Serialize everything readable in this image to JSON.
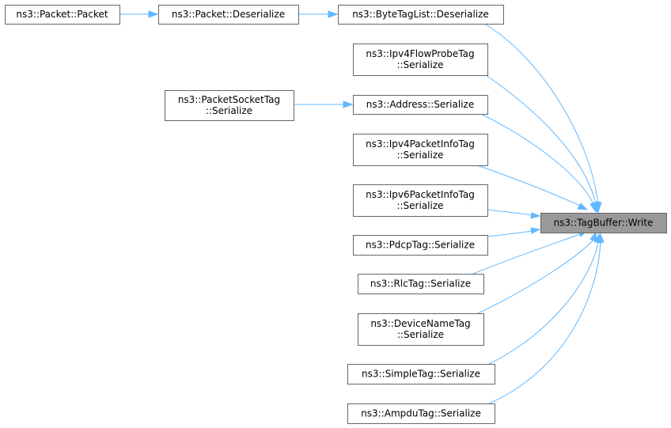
{
  "diagram": {
    "type": "doxygen-caller-graph",
    "edge_color": "#63b8ff",
    "node_border_color": "#666666",
    "root_fill_color": "#999999",
    "nodes": [
      {
        "id": "write",
        "lines": [
          "ns3::TagBuffer::Write"
        ],
        "root": true
      },
      {
        "id": "btl_deser",
        "lines": [
          "ns3::ByteTagList::Deserialize"
        ]
      },
      {
        "id": "pkt_deser",
        "lines": [
          "ns3::Packet::Deserialize"
        ]
      },
      {
        "id": "pkt_pkt",
        "lines": [
          "ns3::Packet::Packet"
        ]
      },
      {
        "id": "ipv4flow",
        "lines": [
          "ns3::Ipv4FlowProbeTag",
          "::Serialize"
        ]
      },
      {
        "id": "addr",
        "lines": [
          "ns3::Address::Serialize"
        ]
      },
      {
        "id": "pst",
        "lines": [
          "ns3::PacketSocketTag",
          "::Serialize"
        ]
      },
      {
        "id": "ipv4pi",
        "lines": [
          "ns3::Ipv4PacketInfoTag",
          "::Serialize"
        ]
      },
      {
        "id": "ipv6pi",
        "lines": [
          "ns3::Ipv6PacketInfoTag",
          "::Serialize"
        ]
      },
      {
        "id": "pdcp",
        "lines": [
          "ns3::PdcpTag::Serialize"
        ]
      },
      {
        "id": "rlc",
        "lines": [
          "ns3::RlcTag::Serialize"
        ]
      },
      {
        "id": "devname",
        "lines": [
          "ns3::DeviceNameTag",
          "::Serialize"
        ]
      },
      {
        "id": "simple",
        "lines": [
          "ns3::SimpleTag::Serialize"
        ]
      },
      {
        "id": "ampdu",
        "lines": [
          "ns3::AmpduTag::Serialize"
        ]
      }
    ],
    "edges": [
      {
        "from": "btl_deser",
        "to": "write"
      },
      {
        "from": "ipv4flow",
        "to": "write"
      },
      {
        "from": "addr",
        "to": "write"
      },
      {
        "from": "ipv4pi",
        "to": "write"
      },
      {
        "from": "ipv6pi",
        "to": "write"
      },
      {
        "from": "pdcp",
        "to": "write"
      },
      {
        "from": "rlc",
        "to": "write"
      },
      {
        "from": "devname",
        "to": "write"
      },
      {
        "from": "simple",
        "to": "write"
      },
      {
        "from": "ampdu",
        "to": "write"
      },
      {
        "from": "pkt_deser",
        "to": "btl_deser"
      },
      {
        "from": "pkt_pkt",
        "to": "pkt_deser"
      },
      {
        "from": "pst",
        "to": "addr"
      }
    ]
  }
}
